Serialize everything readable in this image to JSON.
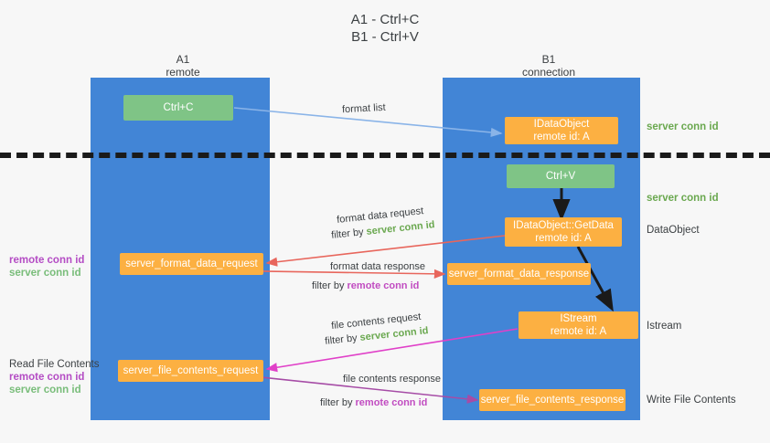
{
  "title": "A1 - Ctrl+C\nB1 - Ctrl+V",
  "lanes": {
    "left": {
      "header": "A1\nremote"
    },
    "right": {
      "header": "B1\nconnection"
    }
  },
  "boxes": {
    "ctrl_c": "Ctrl+C",
    "ctrl_v": "Ctrl+V",
    "idataobject": "IDataObject\nremote id: A",
    "getdata": "IDataObject::GetData\nremote id: A",
    "istream": "IStream\nremote id: A",
    "server_format_data_request": "server_format_data_request",
    "server_format_data_response": "server_format_data_response",
    "server_file_contents_request": "server_file_contents_request",
    "server_file_contents_response": "server_file_contents_response"
  },
  "side_labels": {
    "server_conn_id_top": "server conn id",
    "server_conn_id_mid": "server conn id",
    "dataobject": "DataObject",
    "istream": "Istream",
    "write_file_contents": "Write File Contents"
  },
  "left_labels": {
    "format_block": {
      "remote": "remote conn id",
      "server": "server conn id"
    },
    "read_file_contents": "Read File Contents",
    "file_block": {
      "remote": "remote conn id",
      "server": "server conn id"
    }
  },
  "edges": {
    "format_list": "format list",
    "format_data_request": "format data request",
    "format_data_request_filter_prefix": "filter by ",
    "format_data_request_filter_key": "server conn id",
    "format_data_response": "format data response",
    "format_data_response_filter_prefix": "filter by ",
    "format_data_response_filter_key": "remote conn id",
    "file_contents_request": "file contents request",
    "file_contents_request_filter_prefix": "filter by ",
    "file_contents_request_filter_key": "server conn id",
    "file_contents_response": "file contents response",
    "file_contents_response_filter_prefix": "filter by ",
    "file_contents_response_filter_key": "remote conn id"
  },
  "colors": {
    "lane": "#4285d6",
    "green_box": "#7fc486",
    "orange_box": "#fcb042",
    "server_conn": "#6aa84f",
    "remote_conn": "#c14cc1",
    "arrow_blue": "#8ab4e8",
    "arrow_red": "#e8665c",
    "arrow_magenta": "#e040c8",
    "arrow_purple": "#a64ca6",
    "arrow_black": "#1a1a1a"
  }
}
